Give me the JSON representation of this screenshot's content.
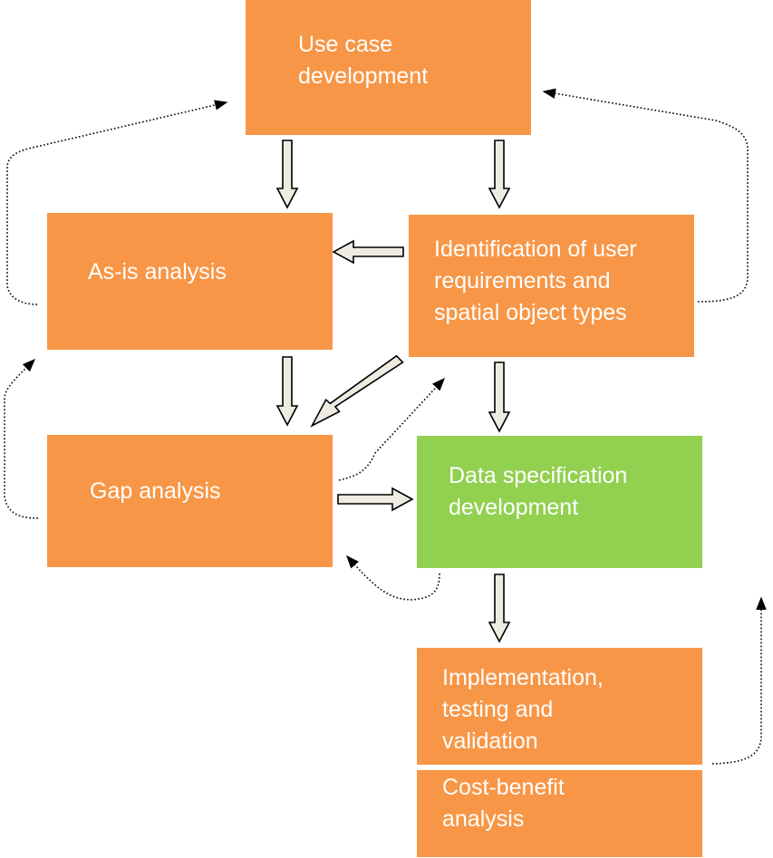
{
  "colors": {
    "process": "#F79646",
    "highlight": "#92D050",
    "arrow_fill": "#EEECE1",
    "arrow_stroke": "#000000",
    "feedback_line": "#000000",
    "text": "#FFFFFF"
  },
  "nodes": {
    "use_case": "Use case\ndevelopment",
    "as_is": "As-is analysis",
    "identification": "Identification of user\nrequirements  and\nspatial object types",
    "gap": "Gap analysis",
    "data_spec": "Data specification\ndevelopment",
    "implementation": "Implementation,\ntesting and\nvalidation",
    "cost_benefit": "Cost-benefit\nanalysis"
  }
}
